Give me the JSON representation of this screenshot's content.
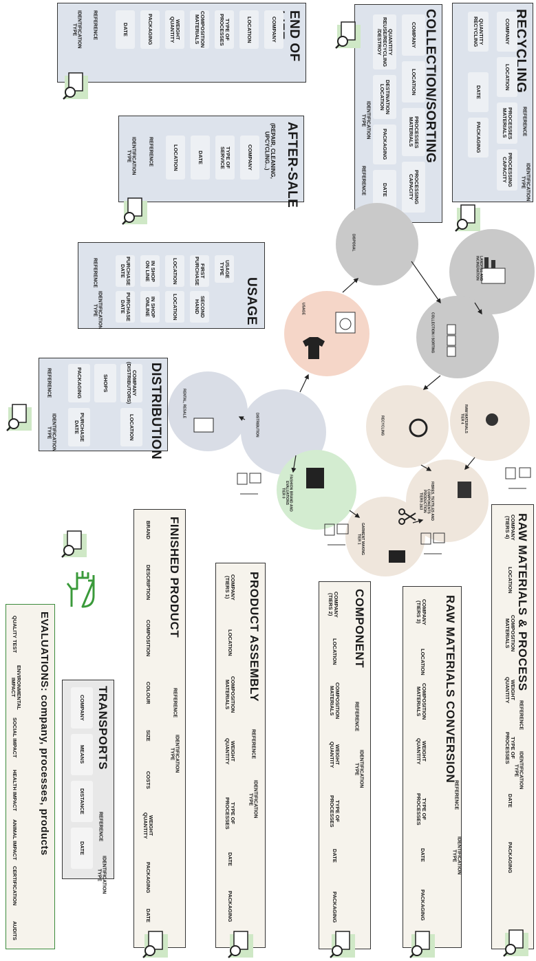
{
  "colors": {
    "panel_border": "#333333",
    "blue_panel": "#dde3ec",
    "cream_panel": "#f6f3ec",
    "green_badge": "#cfe8c6",
    "circle_grey": "#c9c9c9",
    "circle_blue": "#d9dde6",
    "circle_peach": "#f5d6c8",
    "circle_cream": "#efe6dc",
    "circle_green": "#d3ecd0"
  },
  "panels": {
    "recycling": {
      "title": "RECYCLING",
      "cells": [
        "QUANTITY\nRECYCLING",
        "COMPANY",
        "LOCATION",
        "DATE",
        "PACKAGING",
        "PROCESSES\nMATERIALS",
        "PROCESSING\nCAPACITY"
      ],
      "headers": [
        "REFERENCE",
        "IDENTIFICATION\nTYPE"
      ]
    },
    "collection": {
      "title": "COLLECTION/SORTING",
      "cells": [
        "QUANTITY\nREUSE/RECYCLING\n/DESTROY",
        "COMPANY",
        "DESTINATION\nLOCATION",
        "LOCATION",
        "PACKAGING",
        "PROCESSES\nMATERIALS",
        "DATE",
        "PROCESSING\nCAPACITY"
      ],
      "headers": [
        "IDENTIFICATION\nTYPE",
        "REFERENCE"
      ]
    },
    "endoflife": {
      "title": "END OF\nLIFE",
      "cells": [
        "COMPANY",
        "LOCATION",
        "TYPE OF\nPROCESSES",
        "COMPOSITION\nMATERIALS",
        "WEIGHT\nQUANTITY",
        "PACKAGING",
        "DATE"
      ],
      "headers": [
        "REFERENCE",
        "IDENTIFICATION\nTYPE"
      ]
    },
    "aftersale": {
      "title": "AFTER-SALE",
      "subtitle": "(REPAIR, CLEANING,\nUPCYCLING...)",
      "cells": [
        "COMPANY",
        "TYPE OF\nSERVICE",
        "DATE",
        "LOCATION"
      ],
      "headers": [
        "REFERENCE",
        "IDENTIFICATION\nTYPE"
      ]
    },
    "usage": {
      "title": "USAGE",
      "cells": [
        "USAGE\nTYPE",
        "FIRST\nPURCHASE",
        "SECOND\nHAND",
        "LOCATION",
        "LOCATION",
        "IN SHOP\nON LINE",
        "IN SHOP\nONLINE",
        "PURCHASE\nDATE",
        "PURCHASE\nDATE"
      ],
      "headers": [
        "REFERENCE",
        "IDENTIFICATION\nTYPE"
      ]
    },
    "distribution": {
      "title": "DISTRIBUTION",
      "cells": [
        "COMPANY\n(DISTRIBUTORS)",
        "LOCATION",
        "SHOPS",
        "PACKAGING",
        "PURCHASE\nDATE"
      ],
      "headers": [
        "REFERENCE",
        "IDENTIFICATION\nTYPE"
      ]
    },
    "rawmaterials": {
      "title": "RAW MATERIALS & PROCESS",
      "cells": [
        "COMPANY\n(TIERS 4)",
        "LOCATION",
        "COMPOSITION\nMATERIALS",
        "WEIGHT\nQUANTITY",
        "TYPE OF\nPROCESSES",
        "DATE",
        "PACKAGING"
      ],
      "headers": [
        "REFERENCE",
        "IDENTIFICATION\nTYPE"
      ]
    },
    "conversion": {
      "title": "RAW MATERIALS CONVERSION",
      "cells": [
        "COMPANY\n(TIERS 3)",
        "LOCATION",
        "COMPOSITION\nMATERIALS",
        "WEIGHT\nQUANTITY",
        "TYPE OF\nPROCESSES",
        "DATE",
        "PACKAGING"
      ],
      "headers": [
        "REFERENCE",
        "IDENTIFICATION\nTYPE"
      ]
    },
    "component": {
      "title": "COMPONENT",
      "cells": [
        "COMPANY\n(TIERS 2)",
        "LOCATION",
        "COMPOSITION\nMATERIALS",
        "WEIGHT\nQUANTITY",
        "TYPE OF\nPROCESSES",
        "DATE",
        "PACKAGING"
      ],
      "headers": [
        "REFERENCE",
        "IDENTIFICATION\nTYPE"
      ]
    },
    "assembly": {
      "title": "PRODUCT ASSEMBLY",
      "cells": [
        "COMPANY\n(TIERS 1)",
        "LOCATION",
        "COMPOSITION\nMATERIALS",
        "WEIGHT\nQUANTITY",
        "TYPE OF\nPROCESSES",
        "DATE",
        "PACKAGING"
      ],
      "headers": [
        "REFERENCE",
        "IDENTIFICATION\nTYPE"
      ]
    },
    "finished": {
      "title": "FINISHED PRODUCT",
      "cells": [
        "BRAND",
        "DESCRIPTION",
        "COMPOSITION",
        "COLOUR",
        "SIZE",
        "COSTS",
        "WEIGHT\nQUANTITY",
        "PACKAGING",
        "DATE"
      ],
      "headers": [
        "REFERENCE",
        "IDENTIFICATION\nTYPE"
      ]
    },
    "transports": {
      "title": "TRANSPORTS",
      "cells": [
        "COMPANY",
        "MEANS",
        "DISTANCE",
        "DATE"
      ],
      "headers": [
        "REFERENCE",
        "IDENTIFICATION\nTYPE"
      ]
    },
    "evaluations": {
      "title": "EVALUATIONS: company, processes, products",
      "cells": [
        "QUALITY TEST",
        "ENVIRONMENTAL\nIMPACT",
        "SOCIAL IMPACT",
        "HEALTH IMPACT",
        "ANIMAL IMPACT",
        "CERTIFICATION",
        "AUDITS"
      ]
    }
  },
  "circles": {
    "landfill": "LANDFILL AND\nINCINERATION",
    "disposal": "DISPOSAL",
    "collection": "COLLECTION / SORTING",
    "usage": "USAGE",
    "rental": "RENTAL, RESALE",
    "distribution": "DISTRIBUTION",
    "recycling": "RECYCLING",
    "rawmaterials": "RAW MATERIALS\nTIER 4",
    "fibres": "FIBRES, TEXTILES AND\nCOMPONENTS\nPRODUCTION\nTIERS 2&3",
    "garment": "GARMENT MAKING\nTIER 1",
    "fashion": "FASHION BRAND AND\nEVALUATIONS\nTIER 0"
  },
  "icons": [
    "clipboard-search-icon",
    "glove-icon",
    "washing-machine-icon",
    "t-shirt-icon",
    "recycle-icon",
    "sewing-machine-icon",
    "scissors-icon",
    "ship-icon",
    "truck-icon",
    "plane-icon",
    "factory-icon",
    "bins-icon",
    "for-rent-sign-icon"
  ]
}
